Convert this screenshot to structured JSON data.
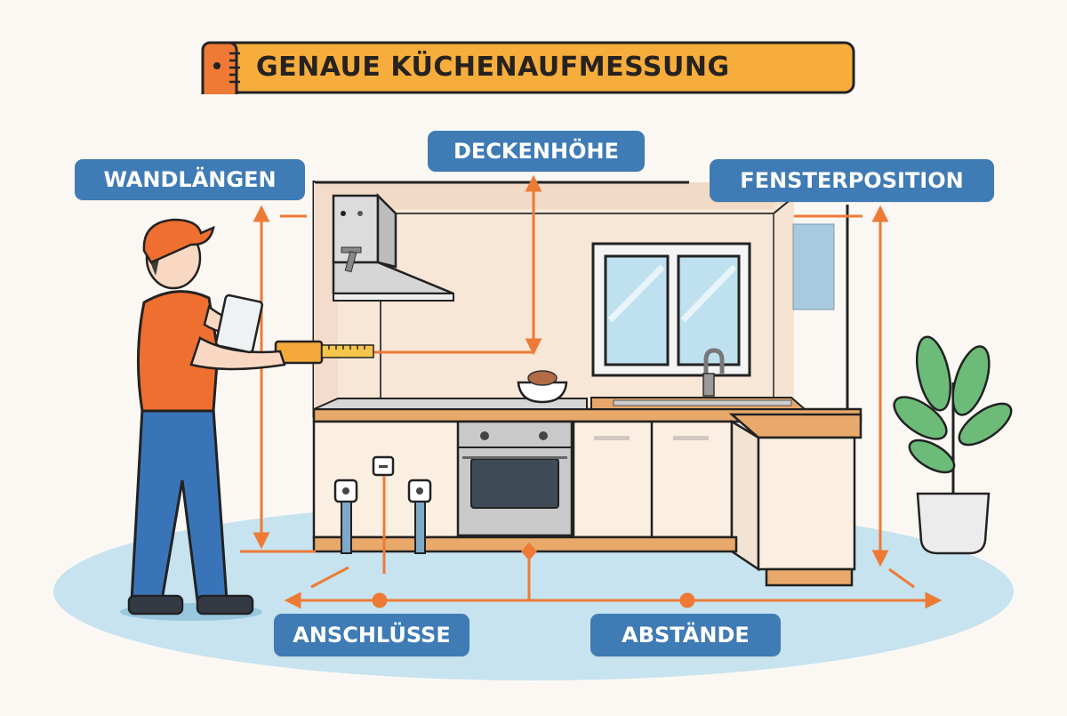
{
  "title": "GENAUE KÜCHENAUFMESSUNG",
  "labels": {
    "wall_lengths": "WANDLÄNGEN",
    "ceiling_height": "DECKENHÖHE",
    "window_position": "FENSTERPOSITION",
    "connections": "ANSCHLÜSSE",
    "distances": "ABSTÄNDE"
  },
  "colors": {
    "background": "#fbf8f4",
    "label_blue": "#3f7bb5",
    "banner_orange": "#f6ad3c",
    "measure_orange": "#ee7a35",
    "floor_blue": "#c6e3ef",
    "wall_cream": "#f8e6d6",
    "countertop": "#e9a96a",
    "cabinet": "#fbefe2",
    "plant_green": "#6dbb78"
  }
}
